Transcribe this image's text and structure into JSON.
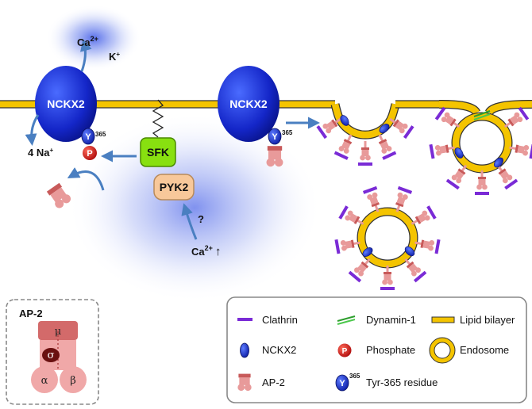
{
  "ions": {
    "ca_out": "Ca",
    "ca_out_sup": "2+",
    "k_out": "K",
    "k_out_sup": "+",
    "na_in": "4 Na",
    "na_in_sup": "+",
    "ca_in": "Ca",
    "ca_in_sup": "2+",
    "ca_in_arrow": "↑",
    "question": "?"
  },
  "proteins": {
    "nckx2_left": "NCKX2",
    "nckx2_right": "NCKX2",
    "sfk": "SFK",
    "pyk2": "PYK2",
    "tyr_symbol": "Y",
    "tyr_number": "365",
    "phospho_symbol": "P"
  },
  "ap2_inset": {
    "title": "AP-2",
    "mu": "μ",
    "sigma": "σ",
    "alpha": "α",
    "beta": "β"
  },
  "legend": {
    "items": [
      {
        "label": "Clathrin",
        "icon": "clathrin-icon"
      },
      {
        "label": "Dynamin-1",
        "icon": "dynamin-icon"
      },
      {
        "label": "Lipid bilayer",
        "icon": "lipid-bilayer-icon"
      },
      {
        "label": "NCKX2",
        "icon": "nckx2-icon"
      },
      {
        "label": "Phosphate",
        "icon": "phosphate-icon"
      },
      {
        "label": "Endosome",
        "icon": "endosome-icon"
      },
      {
        "label": "AP-2",
        "icon": "ap2-icon"
      },
      {
        "label": "Tyr-365 residue",
        "icon": "tyr365-icon"
      }
    ]
  },
  "colors": {
    "membrane": "#f4c400",
    "nckx2": "#1a2fd0",
    "clathrin": "#7a2bd6",
    "dynamin": "#4cc84c",
    "phosphate": "#d42020",
    "ap2": "#e58c8c",
    "sfk": "#88e010",
    "pyk2": "#f8c89a"
  }
}
